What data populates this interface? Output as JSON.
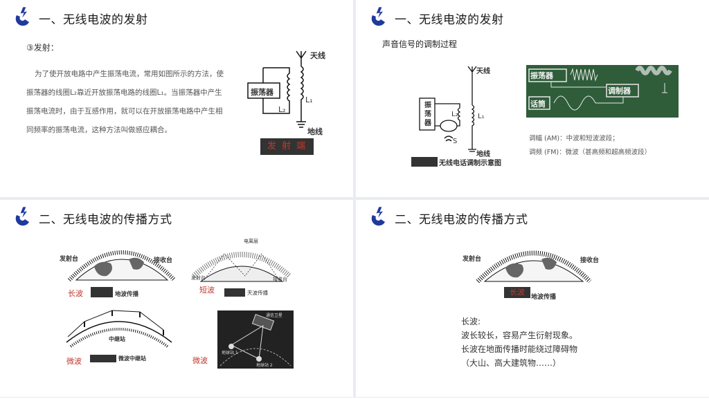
{
  "slide1": {
    "title": "一、无线电波的发射",
    "subtitle": "③发射：",
    "paragraph_lines": [
      "为了使开放电路中产生振荡电流，常用如图所示的方法，使",
      "振荡器的线圈L₂靠近开放振荡电路的线圈L₁。当振荡器中产生",
      "振荡电流时，由于互感作用，就可以在开放振荡电路中产生相",
      "同频率的振荡电流，这种方法叫做感应耦合。"
    ],
    "diagram": {
      "antenna": "天线",
      "ground": "地线",
      "oscillator": "振荡器",
      "l1": "L₁",
      "l2": "L₂",
      "label": "发 射 端"
    }
  },
  "slide2": {
    "title": "一、无线电波的发射",
    "subtitle": "声音信号的调制过程",
    "diagram": {
      "antenna": "天线",
      "ground": "地线",
      "oscillator_chars": [
        "振",
        "荡",
        "器"
      ],
      "l1": "L₁",
      "l2": "L₂",
      "s": "S",
      "caption": "无线电话调制示意图"
    },
    "board": {
      "oscillator": "振荡器",
      "modulator": "调制器",
      "mic": "话筒"
    },
    "notes": [
      "调幅 (AM)：中波和短波波段；",
      "调频 (FM)：微波（甚高频和超高频波段）"
    ]
  },
  "slide3": {
    "title": "二、无线电波的传播方式",
    "ground_wave": {
      "tx": "发射台",
      "rx": "接收台",
      "tag": "长波",
      "caption": "地波传播"
    },
    "sky_wave": {
      "layer": "电离层",
      "tx": "发射台",
      "rx": "接收台",
      "tag": "短波",
      "caption": "天波传播"
    },
    "relay": {
      "station": "中继站",
      "tag": "微波",
      "caption": "微波中继站"
    },
    "satellite": {
      "sat": "通信卫星",
      "earth1": "地球站 1",
      "earth2": "地球站 2",
      "tag": "微波"
    }
  },
  "slide4": {
    "title": "二、无线电波的传播方式",
    "diagram": {
      "tx": "发射台",
      "rx": "接收台",
      "tag": "长波",
      "caption": "地波传播"
    },
    "text_lines": [
      "长波:",
      "波长较长，容易产生衍射现象。",
      "长波在地面传播时能绕过障碍物",
      "（大山、高大建筑物……）"
    ]
  },
  "colors": {
    "logo_blue": "#1f3a9e",
    "accent_red": "#c0392b",
    "board_green": "#2f5d3a"
  }
}
